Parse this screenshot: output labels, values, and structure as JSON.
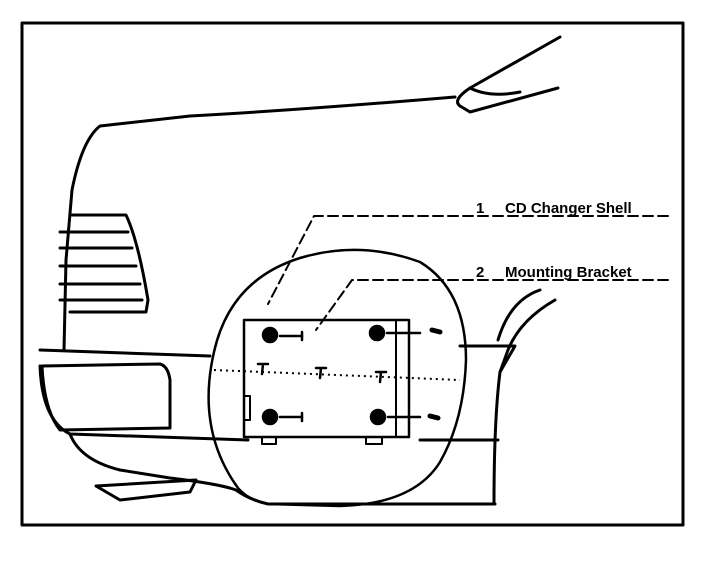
{
  "callouts": [
    {
      "number": "1",
      "label": "CD Changer Shell"
    },
    {
      "number": "2",
      "label": "Mounting Bracket"
    }
  ],
  "colors": {
    "ink": "#000000",
    "paper": "#ffffff"
  }
}
